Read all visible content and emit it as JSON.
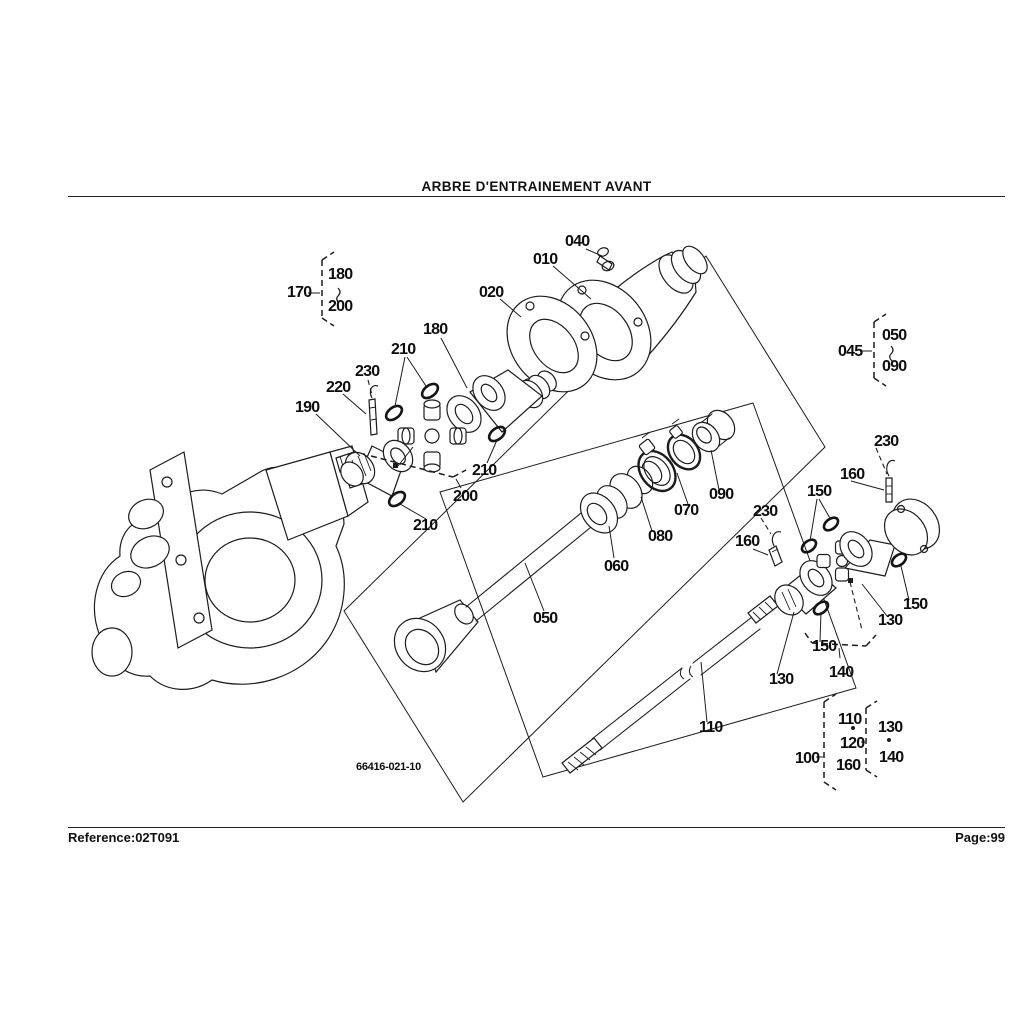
{
  "page": {
    "title": "ARBRE D'ENTRAINEMENT AVANT",
    "drawing_number": "66416-021-10",
    "footer": {
      "reference": "Reference:02T091",
      "page": "Page:99"
    }
  },
  "colors": {
    "ink": "#1c1c1c",
    "background": "#ffffff"
  },
  "diagram": {
    "type": "exploded-parts-diagram",
    "subject": "front drive shaft with axle housing, universal joints, boot and clamps",
    "groups": [
      {
        "assembly": "170",
        "contains": [
          "180",
          "200"
        ]
      },
      {
        "assembly": "045",
        "contains": [
          "050",
          "090"
        ]
      },
      {
        "assembly": "100",
        "contains": [
          "110",
          "120",
          "160"
        ]
      },
      {
        "assembly": "120",
        "contains": [
          "130",
          "140"
        ]
      }
    ],
    "labels": [
      {
        "id": "l170",
        "text": "170"
      },
      {
        "id": "l170-180",
        "text": "180"
      },
      {
        "id": "l170-200",
        "text": "200"
      },
      {
        "id": "l040",
        "text": "040"
      },
      {
        "id": "l010",
        "text": "010"
      },
      {
        "id": "l020",
        "text": "020"
      },
      {
        "id": "l180",
        "text": "180"
      },
      {
        "id": "l210a",
        "text": "210"
      },
      {
        "id": "l230a",
        "text": "230"
      },
      {
        "id": "l220",
        "text": "220"
      },
      {
        "id": "l190",
        "text": "190"
      },
      {
        "id": "l210b",
        "text": "210"
      },
      {
        "id": "l200",
        "text": "200"
      },
      {
        "id": "l210c",
        "text": "210"
      },
      {
        "id": "l045",
        "text": "045"
      },
      {
        "id": "l045-050",
        "text": "050"
      },
      {
        "id": "l045-090",
        "text": "090"
      },
      {
        "id": "l230b",
        "text": "230"
      },
      {
        "id": "l160a",
        "text": "160"
      },
      {
        "id": "l150a",
        "text": "150"
      },
      {
        "id": "l090",
        "text": "090"
      },
      {
        "id": "l070",
        "text": "070"
      },
      {
        "id": "l080",
        "text": "080"
      },
      {
        "id": "l060",
        "text": "060"
      },
      {
        "id": "l230c",
        "text": "230"
      },
      {
        "id": "l160b",
        "text": "160"
      },
      {
        "id": "l050",
        "text": "050"
      },
      {
        "id": "l150b",
        "text": "150"
      },
      {
        "id": "l130a",
        "text": "130"
      },
      {
        "id": "l150c",
        "text": "150"
      },
      {
        "id": "l140",
        "text": "140"
      },
      {
        "id": "l130b",
        "text": "130"
      },
      {
        "id": "l110",
        "text": "110"
      },
      {
        "id": "l100",
        "text": "100"
      },
      {
        "id": "l100-110",
        "text": "110"
      },
      {
        "id": "l100-120",
        "text": "120"
      },
      {
        "id": "l100-160",
        "text": "160"
      },
      {
        "id": "l120-130",
        "text": "130"
      },
      {
        "id": "l120-140",
        "text": "140"
      }
    ]
  }
}
